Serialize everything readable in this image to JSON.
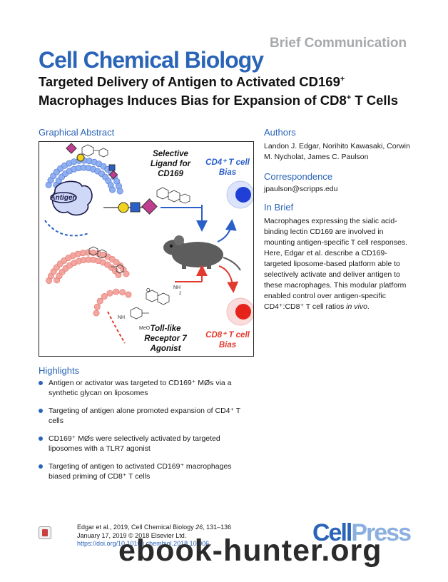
{
  "header": {
    "article_type": "Brief Communication",
    "journal": "Cell Chemical Biology",
    "title_parts": {
      "line1": "Targeted Delivery of Antigen to Activated CD169",
      "sup1": "+",
      "line2": " Macrophages Induces Bias for Expansion of CD8",
      "sup2": "+",
      "line3": " T Cells"
    }
  },
  "graphical_abstract": {
    "heading": "Graphical Abstract",
    "labels": {
      "selective": "Selective Ligand for CD169",
      "antigen": "Antigen",
      "cd4_bias": "CD4⁺ T cell Bias",
      "cd8_bias": "CD8⁺ T cell Bias",
      "tlr7": "Toll-like Receptor 7 Agonist"
    },
    "colors": {
      "blue": "#2a5fc9",
      "red": "#e23a2f",
      "pink": "#f3a6a0",
      "lightblue": "#8fb0f0"
    }
  },
  "authors": {
    "heading": "Authors",
    "names": "Landon J. Edgar, Norihito Kawasaki, Corwin M. Nycholat, James C. Paulson"
  },
  "correspondence": {
    "heading": "Correspondence",
    "email": "jpaulson@scripps.edu"
  },
  "in_brief": {
    "heading": "In Brief",
    "text_before": "Macrophages expressing the sialic acid-binding lectin CD169 are involved in mounting antigen-specific T cell responses. Here, Edgar et al. describe a CD169-targeted liposome-based platform able to selectively activate and deliver antigen to these macrophages. This modular platform enabled control over antigen-specific CD4⁺:CD8⁺ T cell ratios ",
    "text_italic": "in vivo",
    "text_after": "."
  },
  "highlights": {
    "heading": "Highlights",
    "items": [
      "Antigen or activator was targeted to CD169⁺ MØs via a synthetic glycan on liposomes",
      "Targeting of antigen alone promoted expansion of CD4⁺ T cells",
      "CD169⁺ MØs were selectively activated by targeted liposomes with a TLR7 agonist",
      "Targeting of antigen to activated CD169⁺ macrophages biased priming of CD8⁺ T cells"
    ]
  },
  "citation": {
    "line1_prefix": "Edgar et al., 2019, Cell Chemical Biology ",
    "volume": "26",
    "line1_suffix": ", 131–136",
    "line2": "January 17, 2019 © 2018 Elsevier Ltd.",
    "doi": "https://doi.org/10.1016/j.chembiol.2018.10.006"
  },
  "publisher": {
    "logo_a": "Cell",
    "logo_b": "Press"
  },
  "watermark": "ebook-hunter.org"
}
